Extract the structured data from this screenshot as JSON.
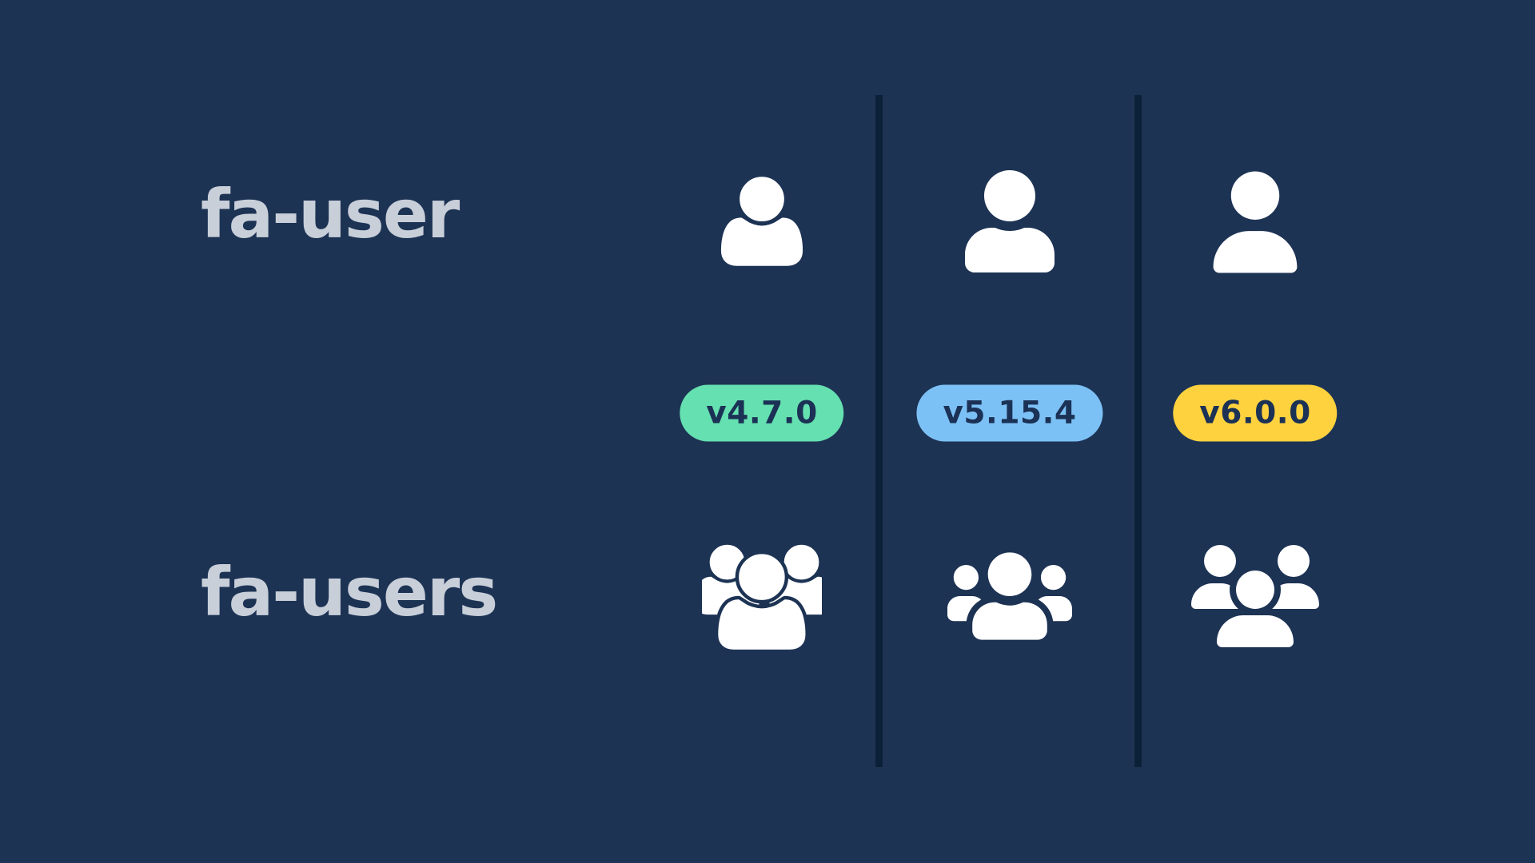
{
  "title": "Font Awesome fa-user vs fa-users version comparison",
  "colors": {
    "bg": "#1d3354",
    "divider": "#0b2137",
    "label": "#c8cfd9",
    "icon": "#ffffff",
    "badge_text": "#1b3155"
  },
  "rows": [
    {
      "label": "fa-user",
      "icons": [
        "user-v4-icon",
        "user-v5-icon",
        "user-v6-icon"
      ]
    },
    {
      "label": "fa-users",
      "icons": [
        "users-v4-icon",
        "users-v5-icon",
        "users-v6-icon"
      ]
    }
  ],
  "columns": [
    {
      "version": "v4.7.0",
      "badge_color": "#65e0b0"
    },
    {
      "version": "v5.15.4",
      "badge_color": "#7cc1f5"
    },
    {
      "version": "v6.0.0",
      "badge_color": "#fdd23e"
    }
  ]
}
